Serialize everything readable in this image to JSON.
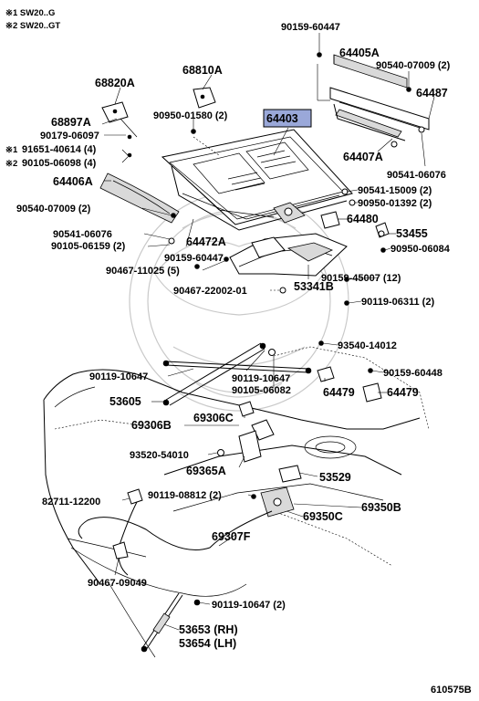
{
  "notes": [
    "※1 SW20..G",
    "※2 SW20..GT"
  ],
  "diagram_id": "610575B",
  "highlight_color": "#9aa8d9",
  "parts": {
    "p90159_60447a": "90159-60447",
    "p64405A": "64405A",
    "p90540_07009_2a": "90540-07009 (2)",
    "p64487": "64487",
    "p68810A": "68810A",
    "p68820A": "68820A",
    "p90950_01580_2": "90950-01580 (2)",
    "p64403": "64403",
    "p90179_06097": "90179-06097",
    "p68897A": "68897A",
    "p91651_40614_4": "91651-40614 (4)",
    "p90105_06098_4": "90105-06098 (4)",
    "p64407A": "64407A",
    "p90541_06076a": "90541-06076",
    "p64406A": "64406A",
    "p90541_15009_2": "90541-15009 (2)",
    "p90950_01392_2": "90950-01392 (2)",
    "p90540_07009_2b": "90540-07009 (2)",
    "p64480": "64480",
    "p90541_06076b": "90541-06076",
    "p53455": "53455",
    "p90105_06159_2": "90105-06159 (2)",
    "p64472A": "64472A",
    "p90950_06084": "90950-06084",
    "p90159_60447b": "90159-60447",
    "p90467_11025_5": "90467-11025 (5)",
    "p90159_45007_12": "90159-45007 (12)",
    "p90467_22002_01": "90467-22002-01",
    "p53341B": "53341B",
    "p90119_06311_2": "90119-06311 (2)",
    "p93540_14012": "93540-14012",
    "p90119_10647a": "90119-10647",
    "p90119_10647b": "90119-10647",
    "p90159_60448": "90159-60448",
    "p90105_06082": "90105-06082",
    "p64479a": "64479",
    "p64479b": "64479",
    "p53605": "53605",
    "p69306C": "69306C",
    "p69306B": "69306B",
    "p93520_54010": "93520-54010",
    "p69365A": "69365A",
    "p53529": "53529",
    "p82711_12200": "82711-12200",
    "p90119_08812_2": "90119-08812 (2)",
    "p69350B": "69350B",
    "p69350C": "69350C",
    "p69307F": "69307F",
    "p90467_09049": "90467-09049",
    "p90119_10647_2": "90119-10647 (2)",
    "p53653_RH": "53653 (RH)",
    "p53654_LH": "53654 (LH)"
  }
}
